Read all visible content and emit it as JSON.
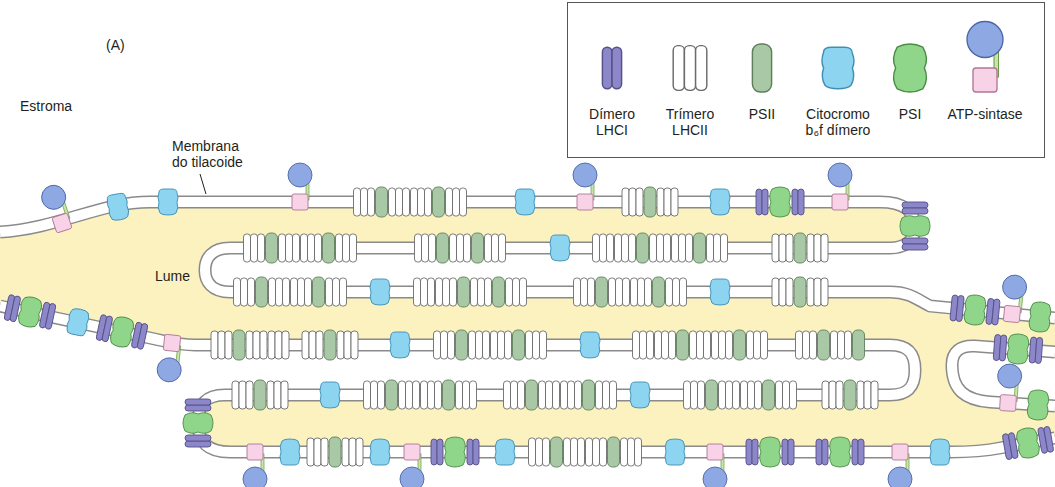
{
  "diagram": {
    "labels": [
      "(A)",
      "Estroma",
      "Membrana do tilacoide",
      "Lume"
    ],
    "legend": [
      {
        "text": "Dímero LHCI"
      },
      {
        "text": "Trímero LHCII"
      },
      {
        "text": "PSII"
      },
      {
        "text": "Citocromo b₆f dímero"
      },
      {
        "text": "PSI"
      },
      {
        "text": "ATP-sintase"
      }
    ]
  }
}
